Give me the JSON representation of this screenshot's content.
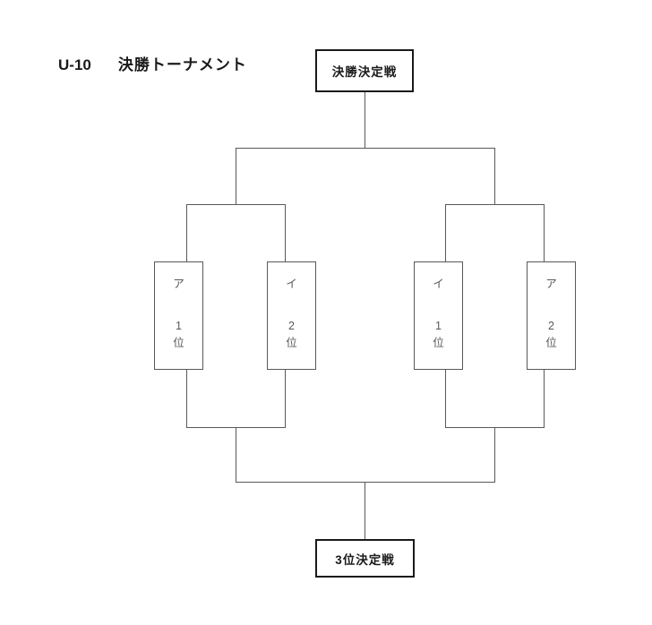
{
  "title": {
    "category": "U-10",
    "heading": "決勝トーナメント"
  },
  "final_match": {
    "label": "決勝決定戦"
  },
  "third_place_match": {
    "label": "3位決定戦"
  },
  "teams": [
    {
      "group": "ア",
      "rank": "1",
      "suffix": "位"
    },
    {
      "group": "イ",
      "rank": "2",
      "suffix": "位"
    },
    {
      "group": "イ",
      "rank": "1",
      "suffix": "位"
    },
    {
      "group": "ア",
      "rank": "2",
      "suffix": "位"
    }
  ],
  "colors": {
    "background": "#ffffff",
    "line": "#595959",
    "team_border": "#595959",
    "team_text": "#595959",
    "match_border": "#1a1a1a",
    "text": "#1a1a1a"
  }
}
